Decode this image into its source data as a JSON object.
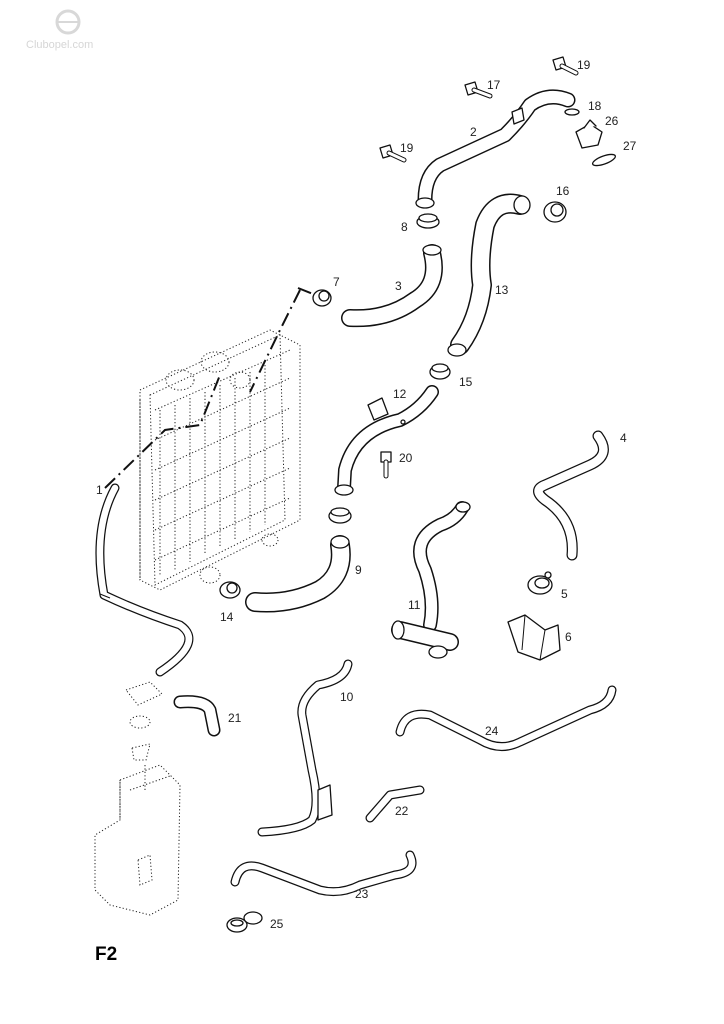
{
  "sheet_code": "F2",
  "watermark": "Clubopel.com",
  "callouts": [
    {
      "id": "c1",
      "text": "1"
    },
    {
      "id": "c2",
      "text": "2"
    },
    {
      "id": "c3",
      "text": "3"
    },
    {
      "id": "c4",
      "text": "4"
    },
    {
      "id": "c5",
      "text": "5"
    },
    {
      "id": "c6",
      "text": "6"
    },
    {
      "id": "c7",
      "text": "7"
    },
    {
      "id": "c8",
      "text": "8"
    },
    {
      "id": "c9",
      "text": "9"
    },
    {
      "id": "c10",
      "text": "10"
    },
    {
      "id": "c11",
      "text": "11"
    },
    {
      "id": "c12",
      "text": "12"
    },
    {
      "id": "c13",
      "text": "13"
    },
    {
      "id": "c14",
      "text": "14"
    },
    {
      "id": "c15",
      "text": "15"
    },
    {
      "id": "c16",
      "text": "16"
    },
    {
      "id": "c17",
      "text": "17"
    },
    {
      "id": "c18",
      "text": "18"
    },
    {
      "id": "c19a",
      "text": "19"
    },
    {
      "id": "c19b",
      "text": "19"
    },
    {
      "id": "c20",
      "text": "20"
    },
    {
      "id": "c21",
      "text": "21"
    },
    {
      "id": "c22",
      "text": "22"
    },
    {
      "id": "c23",
      "text": "23"
    },
    {
      "id": "c24",
      "text": "24"
    },
    {
      "id": "c25",
      "text": "25"
    },
    {
      "id": "c26",
      "text": "26"
    },
    {
      "id": "c27",
      "text": "27"
    }
  ]
}
